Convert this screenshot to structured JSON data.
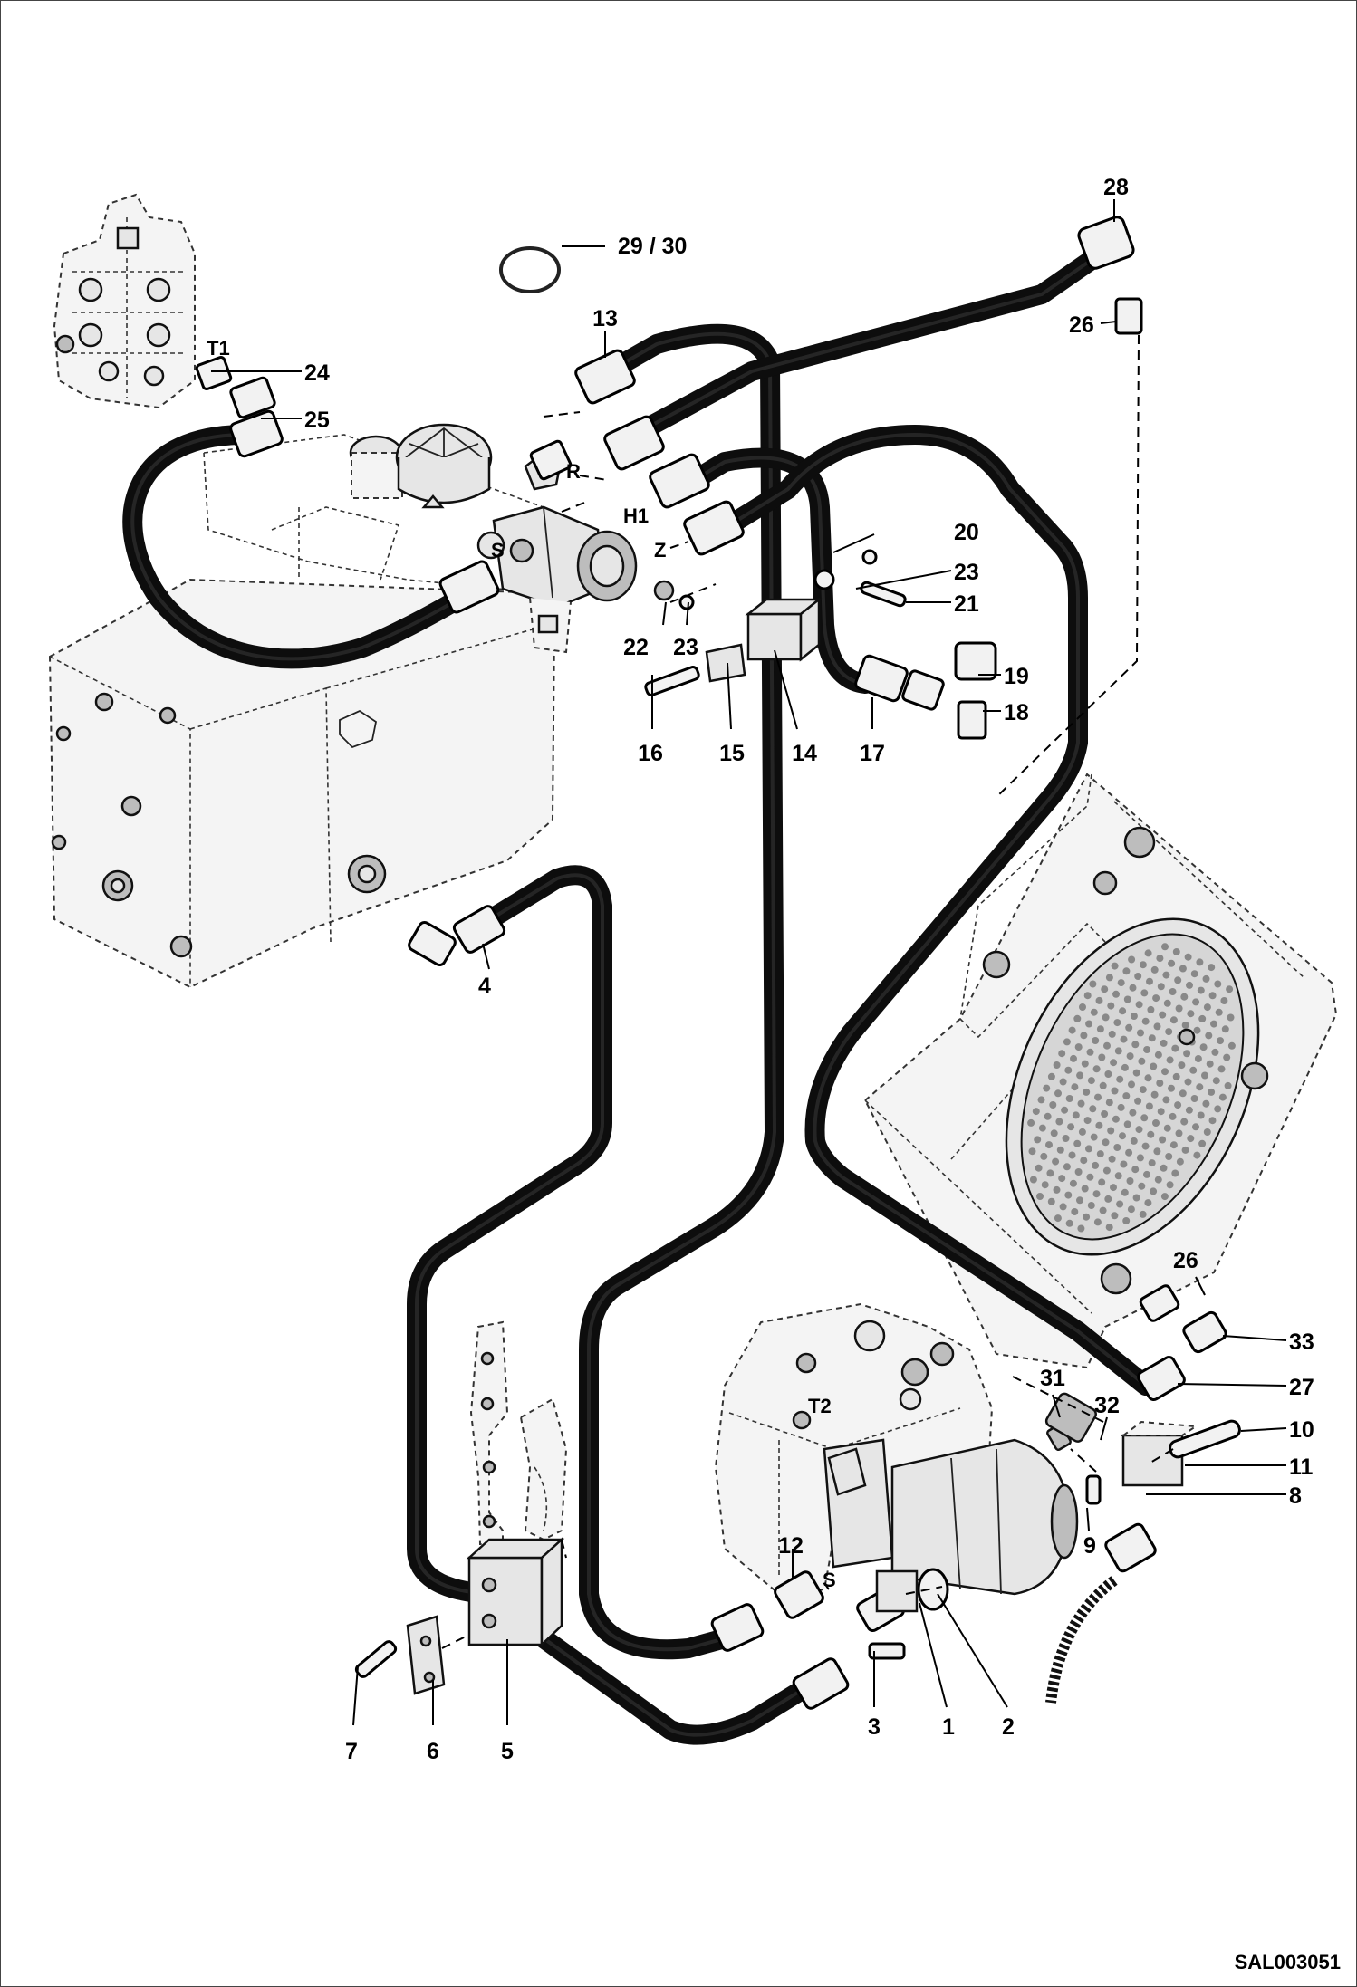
{
  "reference_code": "SAL003051",
  "port_labels": [
    {
      "id": "T1",
      "text": "T1"
    },
    {
      "id": "R",
      "text": "R"
    },
    {
      "id": "H1",
      "text": "H1"
    },
    {
      "id": "S-top",
      "text": "S"
    },
    {
      "id": "Z",
      "text": "Z"
    },
    {
      "id": "T2",
      "text": "T2"
    },
    {
      "id": "S-bottom",
      "text": "S"
    }
  ],
  "callouts": [
    {
      "id": "c1",
      "text": "1"
    },
    {
      "id": "c2",
      "text": "2"
    },
    {
      "id": "c3",
      "text": "3"
    },
    {
      "id": "c4",
      "text": "4"
    },
    {
      "id": "c5",
      "text": "5"
    },
    {
      "id": "c6",
      "text": "6"
    },
    {
      "id": "c7",
      "text": "7"
    },
    {
      "id": "c8",
      "text": "8"
    },
    {
      "id": "c9",
      "text": "9"
    },
    {
      "id": "c10",
      "text": "10"
    },
    {
      "id": "c11",
      "text": "11"
    },
    {
      "id": "c12",
      "text": "12"
    },
    {
      "id": "c13",
      "text": "13"
    },
    {
      "id": "c14",
      "text": "14"
    },
    {
      "id": "c15",
      "text": "15"
    },
    {
      "id": "c16",
      "text": "16"
    },
    {
      "id": "c17",
      "text": "17"
    },
    {
      "id": "c18",
      "text": "18"
    },
    {
      "id": "c19",
      "text": "19"
    },
    {
      "id": "c20",
      "text": "20"
    },
    {
      "id": "c21",
      "text": "21"
    },
    {
      "id": "c22",
      "text": "22"
    },
    {
      "id": "c23a",
      "text": "23"
    },
    {
      "id": "c23b",
      "text": "23"
    },
    {
      "id": "c24",
      "text": "24"
    },
    {
      "id": "c25",
      "text": "25"
    },
    {
      "id": "c26a",
      "text": "26"
    },
    {
      "id": "c26b",
      "text": "26"
    },
    {
      "id": "c27",
      "text": "27"
    },
    {
      "id": "c28",
      "text": "28"
    },
    {
      "id": "c2930",
      "text": "29 / 30"
    },
    {
      "id": "c31",
      "text": "31"
    },
    {
      "id": "c32",
      "text": "32"
    },
    {
      "id": "c33",
      "text": "33"
    }
  ]
}
